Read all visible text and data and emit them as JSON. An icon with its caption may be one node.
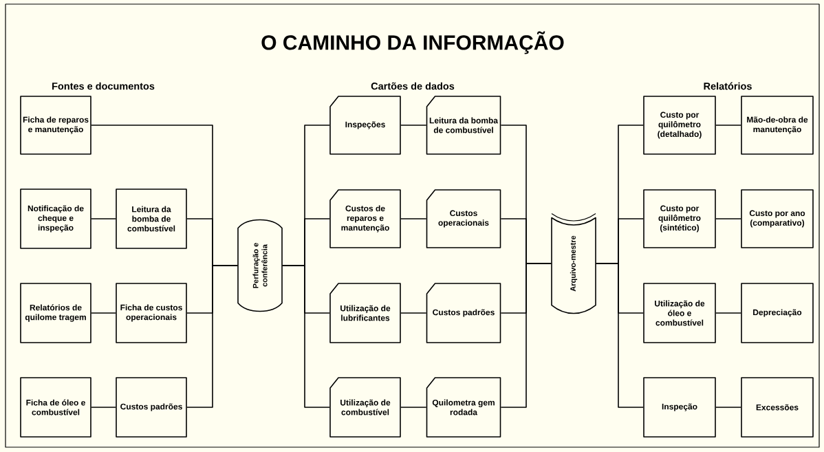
{
  "diagram": {
    "title": "O CAMINHO DA INFORMAÇÃO",
    "nodes": [
      {
        "text": [
          "Ficha de reparos e manutenção"
        ]
      },
      {
        "text": [
          "Notificação de cheque e inspeção"
        ]
      },
      {
        "text": [
          "Leitura da bomba de combustível"
        ]
      },
      {
        "text": [
          "Relatórios de quilome tragem"
        ]
      },
      {
        "text": [
          "Ficha de custos operacionais"
        ]
      },
      {
        "text": [
          "Ficha de óleo e combustível"
        ]
      },
      {
        "text": [
          "Custos padrões"
        ]
      },
      {
        "text": [
          "Perfuração e conferência"
        ]
      },
      {
        "text": [
          "Inspeções"
        ]
      },
      {
        "text": [
          "Leitura da bomba de combustível"
        ]
      },
      {
        "text": [
          "Custos de reparos e manutenção"
        ]
      },
      {
        "text": [
          "Custos operacionais"
        ]
      },
      {
        "text": [
          "Utilização de lubrificantes"
        ]
      },
      {
        "text": [
          "Custos padrões"
        ]
      },
      {
        "text": [
          "Utilização de combustível"
        ]
      },
      {
        "text": [
          "Quilometra gem rodada"
        ]
      },
      {
        "text": [
          "Arquivo-mestre"
        ]
      },
      {
        "text": [
          "Custo por quilômetro (detalhado)"
        ]
      },
      {
        "text": [
          "Mão-de-obra de manutenção"
        ]
      },
      {
        "text": [
          "Custo por quilômetro (sintético)"
        ]
      },
      {
        "text": [
          "Custo por ano (comparativo)"
        ]
      },
      {
        "text": [
          "Utilização de óleo e combustível"
        ]
      },
      {
        "text": [
          "Depreciação"
        ]
      },
      {
        "text": [
          "Inspeção"
        ]
      },
      {
        "text": [
          "Excessões"
        ]
      }
    ],
    "edges": [
      {
        "from": 0,
        "to": 7,
        "arrow": "none"
      },
      {
        "from": 1,
        "to": 2,
        "arrow": "none"
      },
      {
        "from": 2,
        "to": 7,
        "arrow": "none"
      },
      {
        "from": 3,
        "to": 4,
        "arrow": "none"
      },
      {
        "from": 4,
        "to": 7,
        "arrow": "none"
      },
      {
        "from": 5,
        "to": 6,
        "arrow": "none"
      },
      {
        "from": 6,
        "to": 7,
        "arrow": "none"
      },
      {
        "from": 7,
        "to": 8,
        "arrow": "none"
      },
      {
        "from": 8,
        "to": 9,
        "arrow": "none"
      },
      {
        "from": 7,
        "to": 10,
        "arrow": "none"
      },
      {
        "from": 10,
        "to": 11,
        "arrow": "none"
      },
      {
        "from": 7,
        "to": 12,
        "arrow": "none"
      },
      {
        "from": 12,
        "to": 13,
        "arrow": "none"
      },
      {
        "from": 7,
        "to": 14,
        "arrow": "none"
      },
      {
        "from": 14,
        "to": 15,
        "arrow": "none"
      },
      {
        "from": 9,
        "to": 16,
        "arrow": "none"
      },
      {
        "from": 11,
        "to": 16,
        "arrow": "none"
      },
      {
        "from": 13,
        "to": 16,
        "arrow": "none"
      },
      {
        "from": 15,
        "to": 16,
        "arrow": "none"
      },
      {
        "from": 16,
        "to": 17,
        "arrow": "none"
      },
      {
        "from": 17,
        "to": 18,
        "arrow": "none"
      },
      {
        "from": 16,
        "to": 19,
        "arrow": "none"
      },
      {
        "from": 19,
        "to": 20,
        "arrow": "none"
      },
      {
        "from": 16,
        "to": 21,
        "arrow": "none"
      },
      {
        "from": 21,
        "to": 22,
        "arrow": "none"
      },
      {
        "from": 16,
        "to": 23,
        "arrow": "none"
      },
      {
        "from": 23,
        "to": 24,
        "arrow": "none"
      }
    ],
    "labels": [
      "Fontes e documentos",
      "Cartões de dados",
      "Relatórios"
    ]
  }
}
